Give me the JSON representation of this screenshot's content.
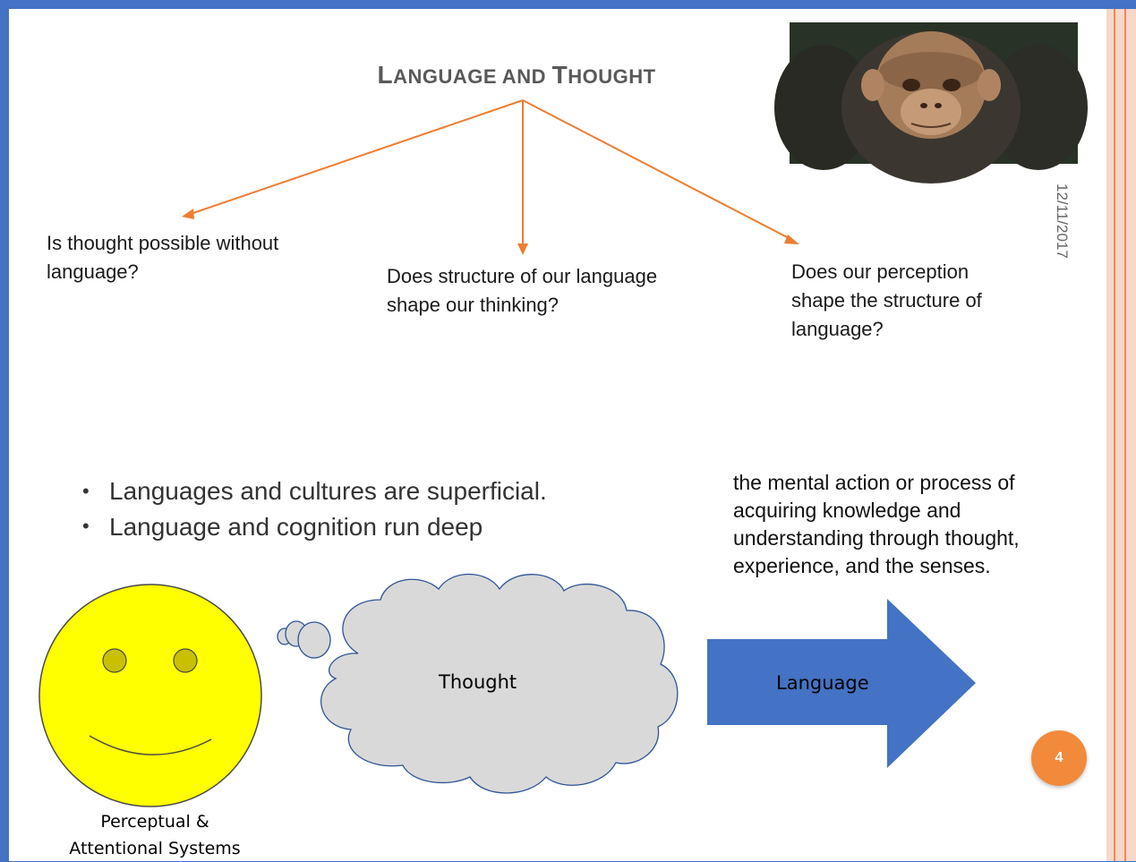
{
  "slide": {
    "title_initial_1": "L",
    "title_rest_1": "ANGUAGE AND ",
    "title_initial_2": "T",
    "title_rest_2": "HOUGHT",
    "date": "12/11/2017",
    "page_number": "4",
    "image_subject": "chimpanzee-photo"
  },
  "branches": [
    {
      "line1": "Is thought possible without",
      "line2": "language?"
    },
    {
      "line1": "Does structure of our language",
      "line2": "shape our thinking?"
    },
    {
      "line1": "Does our perception",
      "line2": "shape the structure of",
      "line3": "language?"
    }
  ],
  "bullets": [
    "Languages and cultures are superficial.",
    "Language and cognition run deep"
  ],
  "definition": {
    "line1": "the mental action or process of",
    "line2": "acquiring knowledge and",
    "line3": "understanding through thought,",
    "line4": "experience, and the senses."
  },
  "diagram": {
    "thought_label": "Thought",
    "language_label": "Language",
    "caption_line1": "Perceptual &",
    "caption_line2": "Attentional Systems"
  },
  "colors": {
    "frame": "#4472c4",
    "arrow_orange": "#ed7d31",
    "smiley_yellow": "#ffff00",
    "cloud_gray": "#d9d9d9",
    "arrow_blue": "#4472c4",
    "badge_orange": "#f28a3c"
  }
}
